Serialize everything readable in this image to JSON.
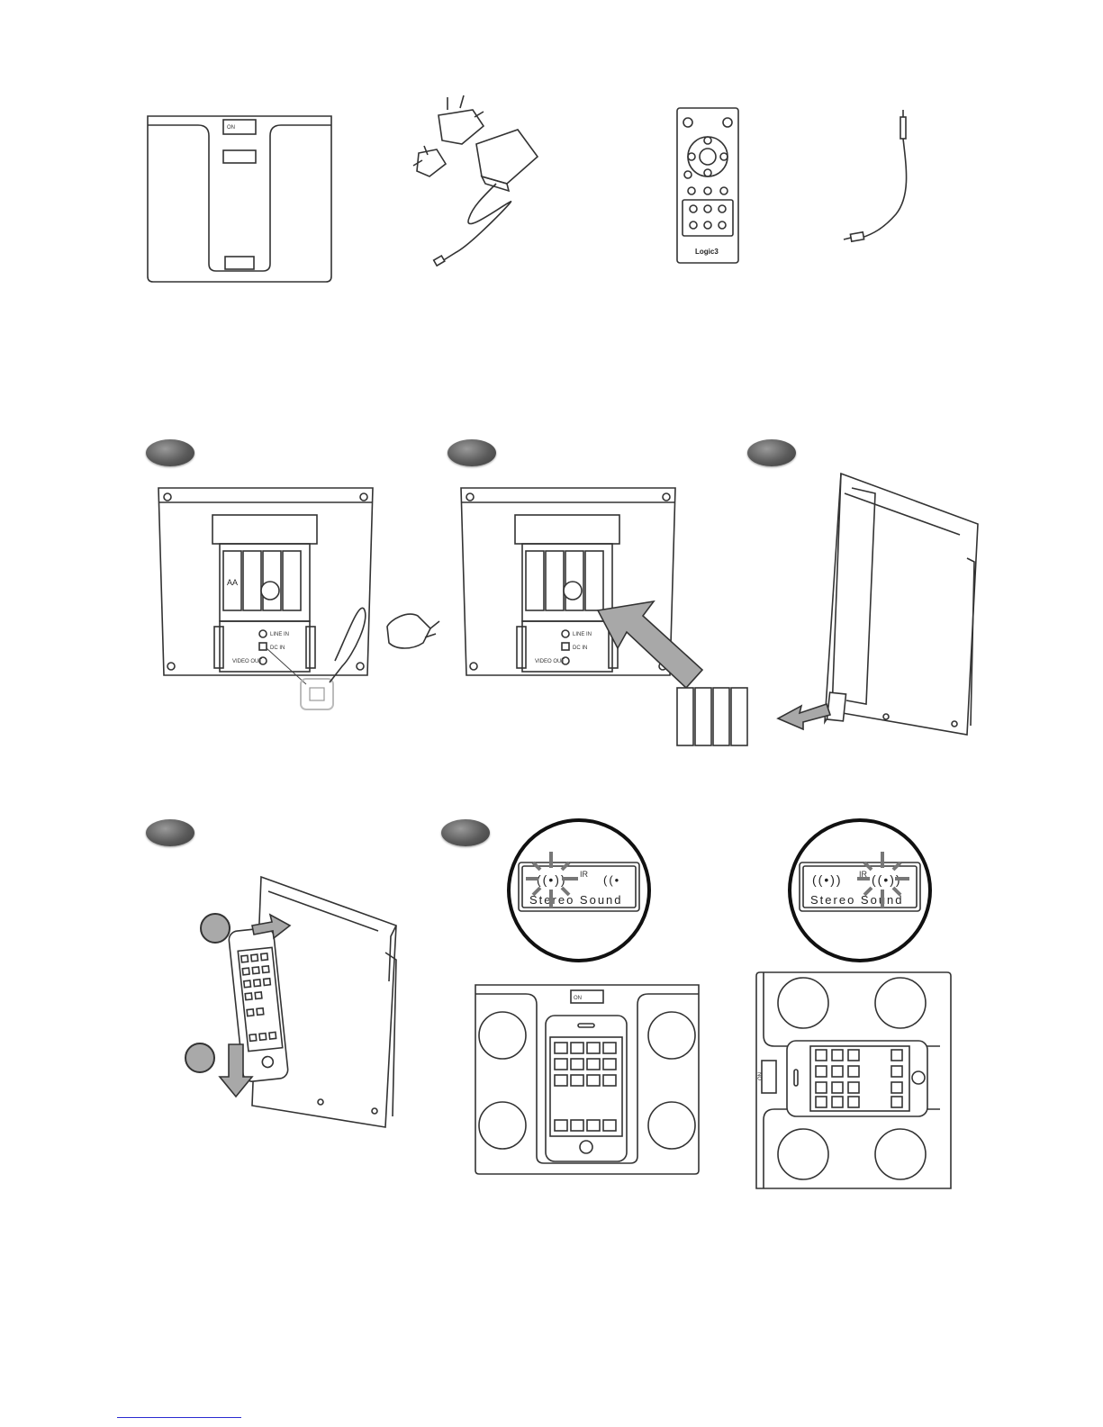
{
  "contents": {
    "speaker_dock": {
      "icon": "speaker-dock-icon",
      "switch_label": "ON"
    },
    "power_adapter": {
      "icon": "power-adapter-icon"
    },
    "remote_control": {
      "icon": "remote-control-icon",
      "brand": "Logic3"
    },
    "aux_cable": {
      "icon": "audio-cable-icon"
    }
  },
  "steps": {
    "step1": {
      "icon": "dc-in-power-icon",
      "labels": {
        "line_in": "LINE IN",
        "dc_in": "DC IN",
        "video_out": "VIDEO OUT"
      }
    },
    "step2": {
      "icon": "battery-insert-icon",
      "battery_label": "AA",
      "labels": {
        "line_in": "LINE IN",
        "dc_in": "DC IN",
        "video_out": "VIDEO OUT"
      }
    },
    "step3": {
      "icon": "dock-slide-icon"
    },
    "step4": {
      "icon": "iphone-insert-icon"
    },
    "step5": {
      "sticker": {
        "ir_label": "IR",
        "text": "Stereo Sound"
      },
      "portrait": {
        "icon": "portrait-mode-icon",
        "switch_label": "ON"
      },
      "landscape": {
        "icon": "landscape-mode-icon",
        "switch_label": "ON"
      }
    }
  },
  "colors": {
    "badge": "#5a5a5a",
    "arrow_fill": "#a8a8a8",
    "link_underline": "#2a2ad0"
  }
}
